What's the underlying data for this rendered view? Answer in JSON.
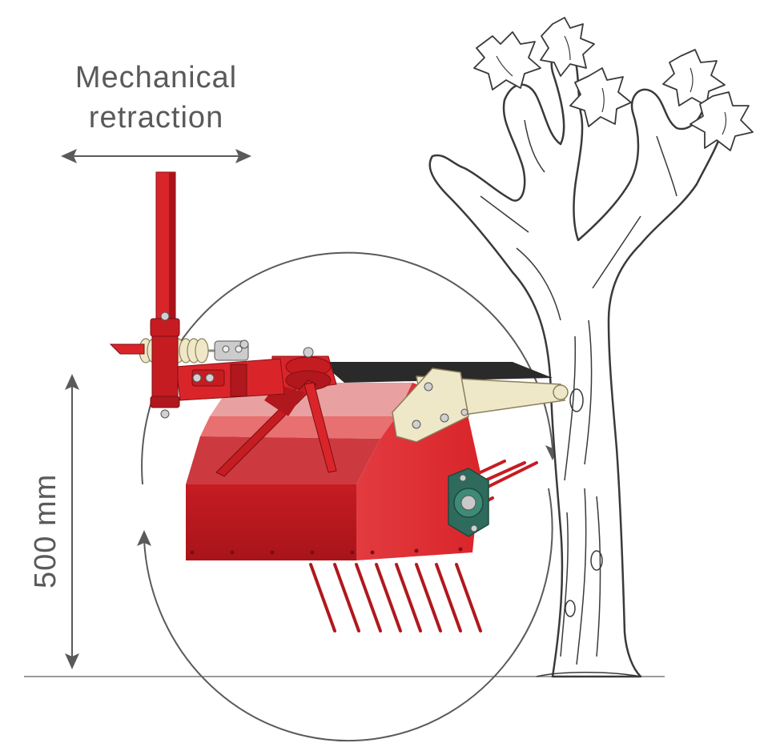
{
  "labels": {
    "retraction_line1": "Mechanical",
    "retraction_line2": "retraction",
    "height": "500 mm"
  },
  "colors": {
    "machine_red": "#d9252a",
    "machine_dark_red": "#a8141a",
    "machine_light_red": "#e8595d",
    "spring_cream": "#efe8c8",
    "arrow_gray": "#5a5a5a",
    "tree_line": "#3a3a3a",
    "bearing_green": "#2e6b5c"
  },
  "icons": {
    "retraction_arrow": "double-horizontal-arrow",
    "height_arrow": "double-vertical-arrow",
    "rotation_arrow": "circular-rotation-arrow"
  }
}
